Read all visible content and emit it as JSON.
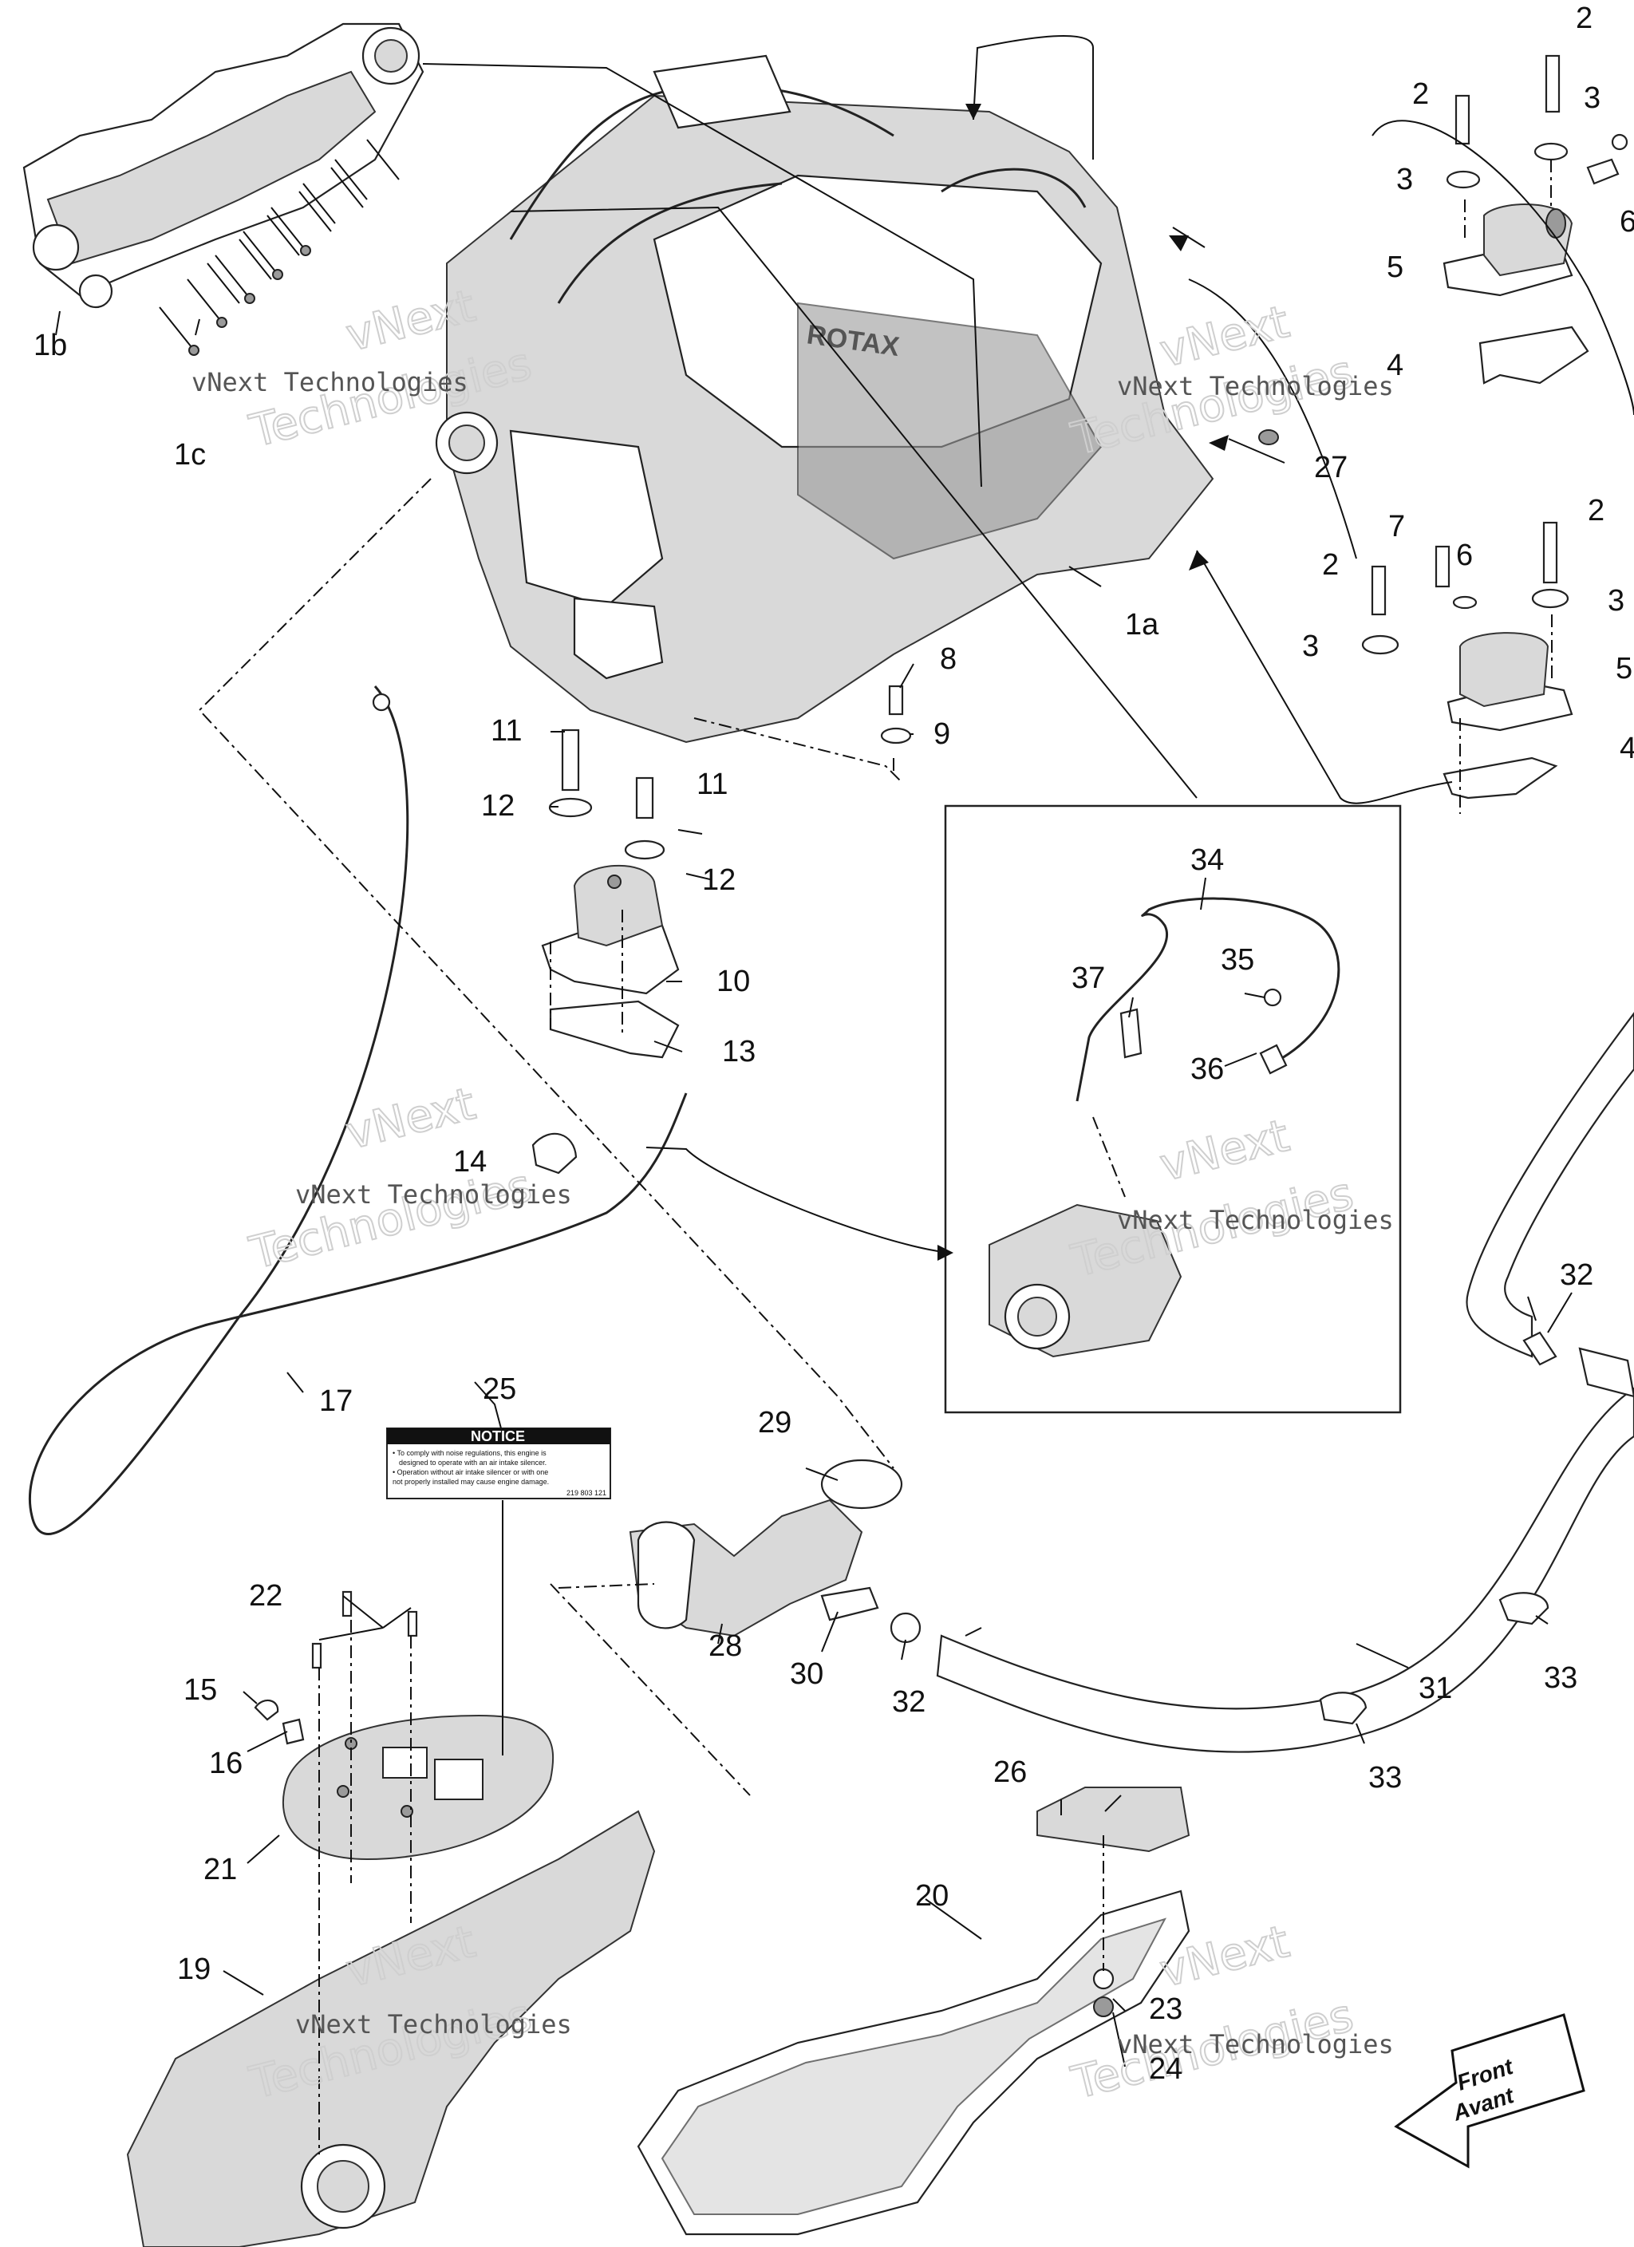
{
  "callouts": {
    "c1a": "1a",
    "c1b": "1b",
    "c1c": "1c",
    "c2a": "2",
    "c2b": "2",
    "c2c": "2",
    "c2d": "2",
    "c3a": "3",
    "c3b": "3",
    "c3c": "3",
    "c3d": "3",
    "c4a": "4",
    "c4b": "4",
    "c5a": "5",
    "c5b": "5",
    "c6a": "6",
    "c6b": "6",
    "c7": "7",
    "c8": "8",
    "c9": "9",
    "c10": "10",
    "c11a": "11",
    "c11b": "11",
    "c12a": "12",
    "c12b": "12",
    "c13": "13",
    "c14": "14",
    "c15": "15",
    "c16": "16",
    "c17": "17",
    "c19": "19",
    "c20": "20",
    "c21": "21",
    "c22": "22",
    "c23": "23",
    "c24": "24",
    "c25": "25",
    "c26": "26",
    "c27": "27",
    "c28": "28",
    "c29": "29",
    "c30": "30",
    "c31": "31",
    "c32a": "32",
    "c32b": "32",
    "c33a": "33",
    "c33b": "33",
    "c34": "34",
    "c35": "35",
    "c36": "36",
    "c37": "37"
  },
  "watermark": {
    "line1": "vNext Technologies",
    "big_line1": "vNext",
    "big_line2": "Technologies"
  },
  "engine_brand": "ROTAX",
  "notice_label": {
    "title": "NOTICE",
    "line1": "• To comply with noise regulations, this engine is",
    "line2": "designed to operate with an air intake silencer.",
    "line3": "• Operation without air intake silencer or with one",
    "line4": "not properly installed may cause engine damage.",
    "code": "219 803 121"
  },
  "front_arrow": {
    "line1": "Front",
    "line2": "Avant"
  }
}
